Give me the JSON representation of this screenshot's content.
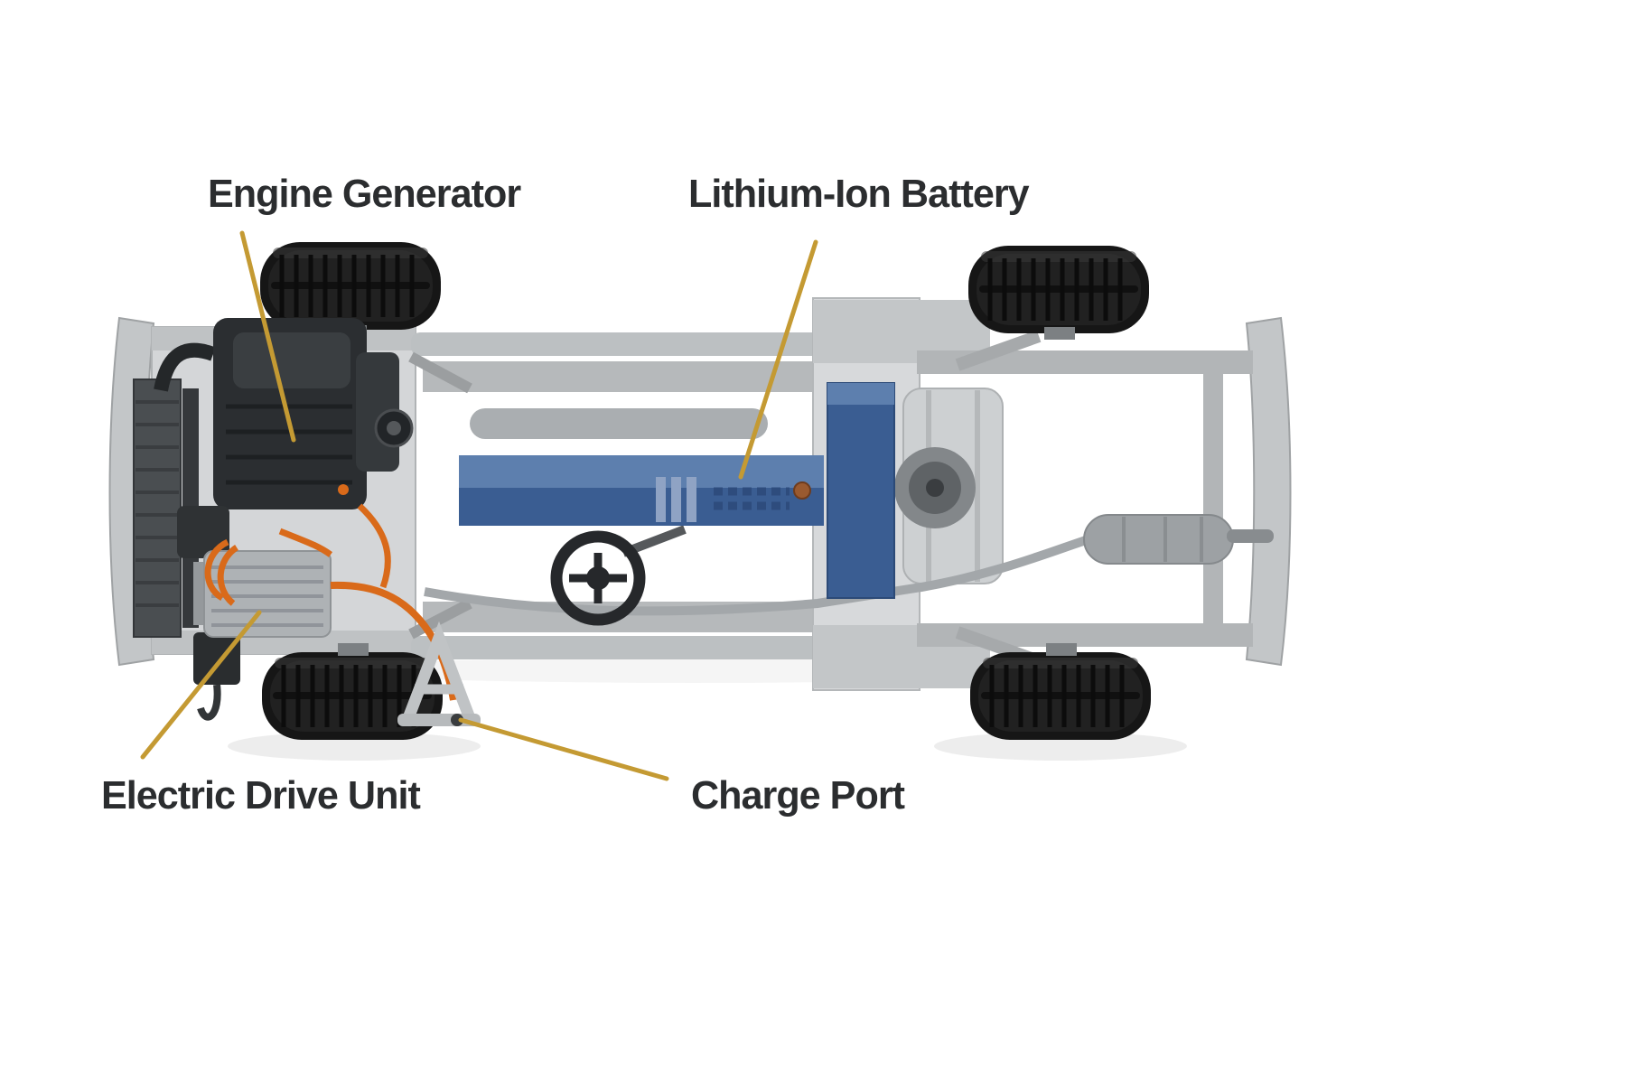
{
  "diagram": {
    "type": "labeled-illustration",
    "subject": "Top-down cutaway view of an extended-range electric vehicle chassis with four callout labels",
    "labels": {
      "engine_generator": "Engine Generator",
      "lithium_ion_battery": "Lithium-Ion Battery",
      "electric_drive_unit": "Electric Drive Unit",
      "charge_port": "Charge Port"
    },
    "colors": {
      "background": "#ffffff",
      "label_text": "#2b2d2f",
      "leader_line": "#c49a33",
      "battery_blue": "#3a5d92",
      "battery_blue_light": "#5d7fae",
      "cable_orange": "#d96a1a",
      "chassis_gray": "#b9bcbe",
      "tire_black": "#161616"
    }
  }
}
